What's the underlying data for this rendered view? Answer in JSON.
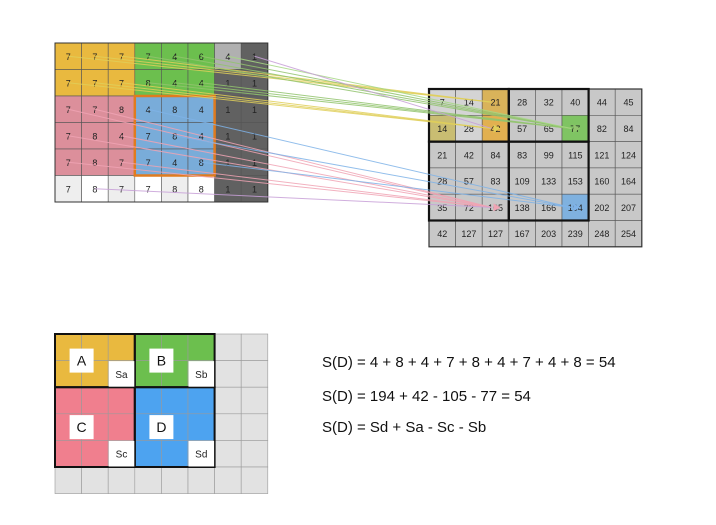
{
  "source_grid": {
    "rows": [
      [
        "7",
        "7",
        "7",
        "7",
        "4",
        "6",
        "4",
        "1"
      ],
      [
        "7",
        "7",
        "7",
        "8",
        "4",
        "4",
        "1",
        "1"
      ],
      [
        "7",
        "7",
        "8",
        "4",
        "8",
        "4",
        "1",
        "1"
      ],
      [
        "7",
        "8",
        "4",
        "7",
        "8",
        "4",
        "1",
        "1"
      ],
      [
        "7",
        "8",
        "7",
        "7",
        "4",
        "8",
        "1",
        "1"
      ],
      [
        "7",
        "8",
        "7",
        "7",
        "8",
        "8",
        "1",
        "1"
      ]
    ],
    "colors": [
      [
        "#e9b93f",
        "#e9b93f",
        "#e9b93f",
        "#6cbf4e",
        "#6cbf4e",
        "#6cbf4e",
        "#b0b0b0",
        "#616161"
      ],
      [
        "#e9b93f",
        "#e9b93f",
        "#e9b93f",
        "#6cbf4e",
        "#6cbf4e",
        "#6cbf4e",
        "#616161",
        "#616161"
      ],
      [
        "#dc8f9b",
        "#dc8f9b",
        "#dc8f9b",
        "#79acd9",
        "#79acd9",
        "#79acd9",
        "#616161",
        "#616161"
      ],
      [
        "#dc8f9b",
        "#dc8f9b",
        "#dc8f9b",
        "#79acd9",
        "#79acd9",
        "#79acd9",
        "#616161",
        "#616161"
      ],
      [
        "#dc8f9b",
        "#dc8f9b",
        "#dc8f9b",
        "#79acd9",
        "#79acd9",
        "#79acd9",
        "#616161",
        "#616161"
      ],
      [
        "#eeeeee",
        "#ffffff",
        "#eeeeee",
        "#ffffff",
        "#eeeeee",
        "#ffffff",
        "#616161",
        "#616161"
      ]
    ]
  },
  "integral_grid": {
    "rows": [
      [
        "7",
        "14",
        "21",
        "28",
        "32",
        "40",
        "44",
        "45"
      ],
      [
        "14",
        "28",
        "42",
        "57",
        "65",
        "77",
        "82",
        "84"
      ],
      [
        "21",
        "42",
        "84",
        "83",
        "99",
        "115",
        "121",
        "124"
      ],
      [
        "28",
        "57",
        "83",
        "109",
        "133",
        "153",
        "160",
        "164"
      ],
      [
        "35",
        "72",
        "105",
        "138",
        "166",
        "194",
        "202",
        "207"
      ],
      [
        "42",
        "127",
        "127",
        "167",
        "203",
        "239",
        "248",
        "254"
      ]
    ],
    "colors": [
      [
        "#d4d4d4",
        "#d4d4d4",
        "#d9b35a",
        "#c8c8c8",
        "#c8c8c8",
        "#c8c8c8",
        "#c8c8c8",
        "#c8c8c8"
      ],
      [
        "#c9bd72",
        "#d4d4d4",
        "#e2b050",
        "#c8c8c8",
        "#c8c8c8",
        "#7fc463",
        "#c8c8c8",
        "#c8c8c8"
      ],
      [
        "#c8c8c8",
        "#c8c8c8",
        "#c8c8c8",
        "#c8c8c8",
        "#c8c8c8",
        "#c8c8c8",
        "#c8c8c8",
        "#c8c8c8"
      ],
      [
        "#c8c8c8",
        "#c8c8c8",
        "#c8c8c8",
        "#c8c8c8",
        "#c8c8c8",
        "#c8c8c8",
        "#c8c8c8",
        "#c8c8c8"
      ],
      [
        "#c8c8c8",
        "#c8c8c8",
        "#c8c8c8",
        "#c8c8c8",
        "#c8c8c8",
        "#7fb1df",
        "#c8c8c8",
        "#c8c8c8"
      ],
      [
        "#c8c8c8",
        "#c8c8c8",
        "#c8c8c8",
        "#c8c8c8",
        "#c8c8c8",
        "#c8c8c8",
        "#c8c8c8",
        "#c8c8c8"
      ]
    ]
  },
  "region_grid": {
    "region_labels": {
      "a": "A",
      "b": "B",
      "c": "C",
      "d": "D"
    },
    "corner_labels": {
      "sa": "Sa",
      "sb": "Sb",
      "sc": "Sc",
      "sd": "Sd"
    },
    "region_colors": {
      "a": "#e9b93f",
      "b": "#6cbf4e",
      "c": "#f07f8e",
      "d": "#4da3f0",
      "empty": "#e2e2e2"
    }
  },
  "equations": [
    "S(D) = 4 + 8 + 4 + 7 + 8 + 4 + 7 + 4 + 8 = 54",
    "S(D) = 194 + 42 - 105 - 77 = 54",
    "S(D) = Sd + Sa - Sc - Sb"
  ],
  "connector_colors": [
    "#e0cf5a",
    "#92c46e",
    "#f0a4b4",
    "#7fb3e8",
    "#c8a0d8",
    "#a6d884"
  ]
}
